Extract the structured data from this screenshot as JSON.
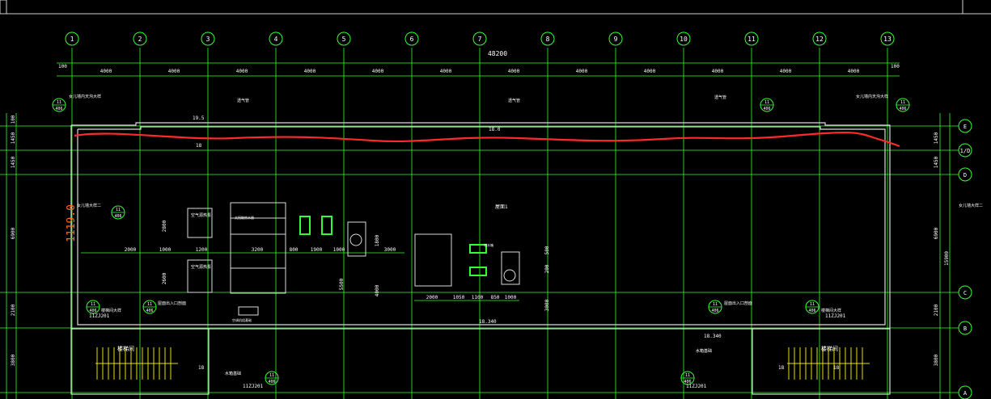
{
  "grid": {
    "columns": [
      "1",
      "2",
      "3",
      "4",
      "5",
      "6",
      "7",
      "8",
      "9",
      "10",
      "11",
      "12",
      "13"
    ],
    "rows": [
      "E",
      "1/D",
      "D",
      "C",
      "B",
      "A"
    ]
  },
  "dims": {
    "overall": "48200",
    "edge_left": "100",
    "edge_right": "100",
    "spacing": [
      "4000",
      "4000",
      "4000",
      "4000",
      "4000",
      "4000",
      "4000",
      "4000",
      "4000",
      "4000",
      "4000",
      "4000"
    ],
    "left": [
      "100",
      "1450",
      "1450",
      "6900",
      "2100",
      "3800"
    ],
    "right": [
      "1450",
      "1450",
      "6900",
      "2100",
      "3800"
    ],
    "right_total": "15900",
    "interior_h": [
      "2000",
      "1000",
      "1200",
      "3200",
      "800",
      "1900",
      "1000",
      "3000"
    ],
    "bottom": [
      "2000",
      "1050",
      "1100",
      "850",
      "1000"
    ],
    "vert_misc": [
      "2800",
      "2600",
      "1800",
      "5500",
      "4000",
      "3000",
      "200",
      "500"
    ]
  },
  "elev": {
    "e1": "19.5",
    "e2": "18",
    "e3": "18.0",
    "e4": "18.340",
    "e5": "18.340",
    "e6": "18",
    "e7": "18",
    "e8": "18"
  },
  "labels": {
    "red_height": "1119.0",
    "room_center": "屋面1",
    "room_left": "楼梯间",
    "room_right": "楼梯间",
    "top_note_l": "女儿墙内天沟大样",
    "top_note_r": "女儿墙内天沟大样",
    "tag_a": "透气管",
    "tag_b": "透气管",
    "tag_c": "透气管",
    "note_roof_l": "女儿墙大样二",
    "note_roof_r": "女儿墙大样二",
    "note_bl": "屋面出入口剖面",
    "note_br": "屋面出入口剖面",
    "note_bl2": "楼梯间大样",
    "note_br2": "楼梯间大样",
    "note_water_l": "水箱基础",
    "note_water_r": "水箱基础",
    "note_fan": "空调机组基础",
    "note_eq1": "空气源热泵",
    "note_eq2": "空气源热泵",
    "note_pool": "太阳能热水器",
    "note_tank": "储水箱",
    "stair_code_l": "11ZJ201",
    "stair_code_r": "11ZJ201",
    "stair_code_b": "11ZJ201",
    "stair_code_b2": "11ZJ201",
    "detail_num": "11",
    "detail_sheet": "406"
  },
  "colors": {
    "line": "#33ff33",
    "wall": "#dcdcdc",
    "red": "#ff2a2a",
    "orange": "#ff6a1a",
    "text": "#ffffff",
    "dim": "#33ff33",
    "cyan": "#19d3ff",
    "yellow": "#e8e000"
  }
}
